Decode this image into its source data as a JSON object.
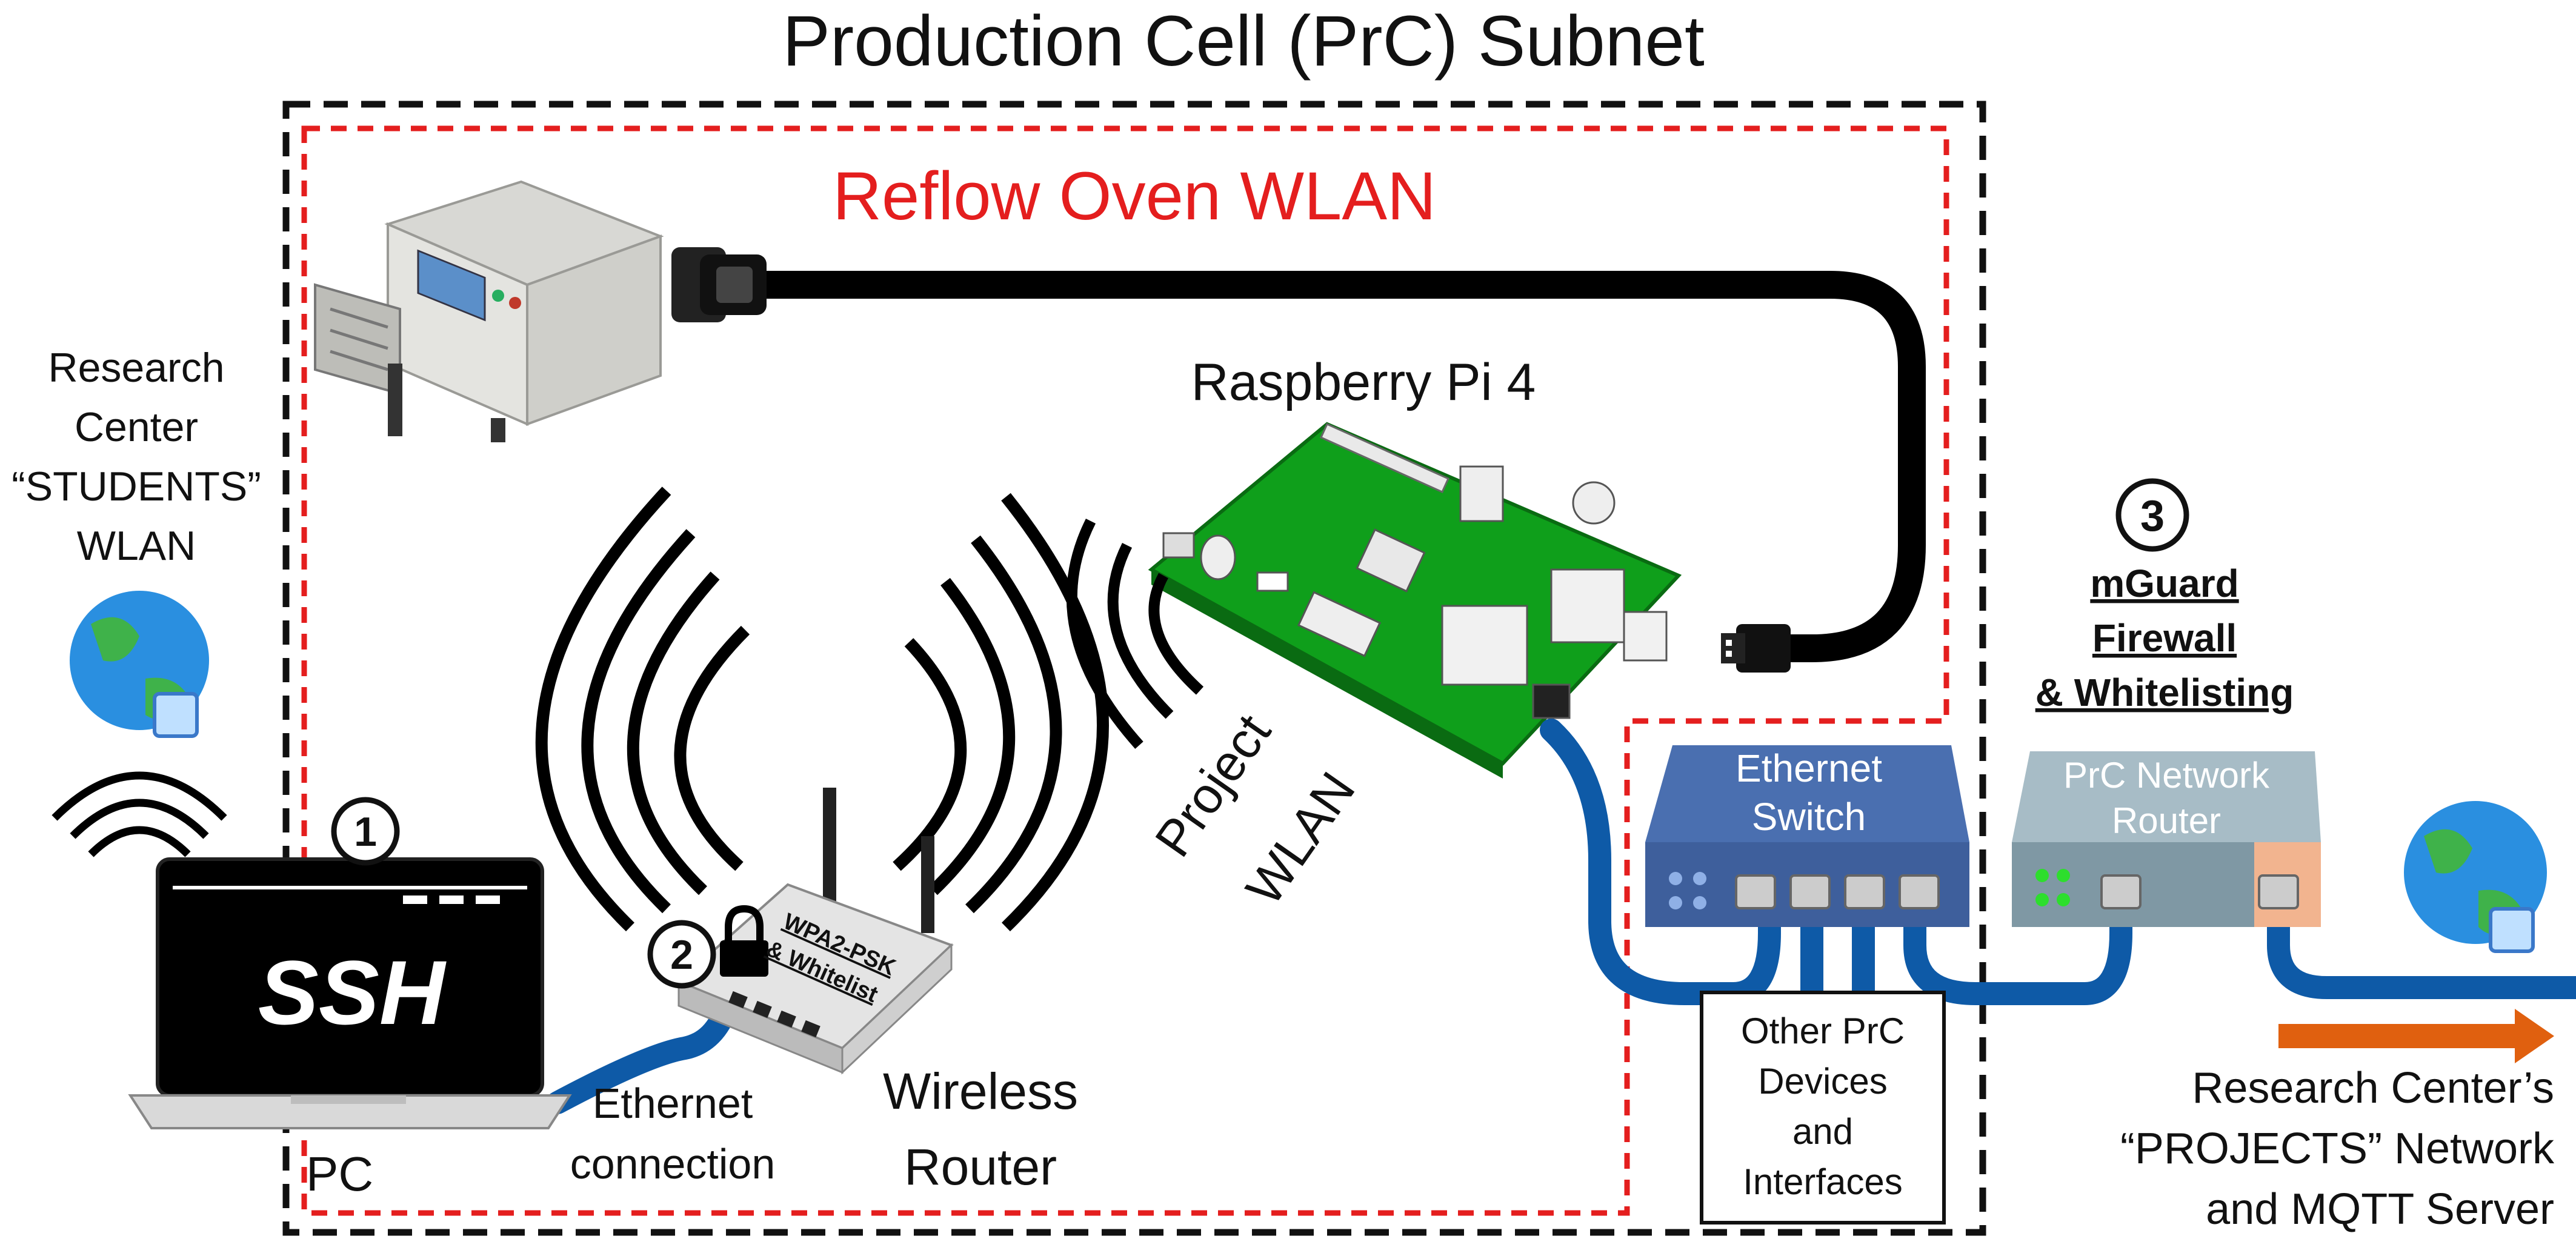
{
  "title": "Production Cell (PrC) Subnet",
  "reflow_wlan_label": "Reflow Oven WLAN",
  "raspberry_label": "Raspberry Pi 4",
  "project_wlan": {
    "line1": "Project",
    "line2": "WLAN"
  },
  "students_wlan": {
    "line1": "Research",
    "line2": "Center",
    "line3": "“STUDENTS”",
    "line4": "WLAN"
  },
  "pc_label": "PC",
  "ssh_label": "SSH",
  "ethernet_connection": {
    "line1": "Ethernet",
    "line2": "connection"
  },
  "wireless_router": {
    "line1": "Wireless",
    "line2": "Router",
    "sticker_line1": "WPA2-PSK",
    "sticker_line2": "& Whitelist"
  },
  "ethernet_switch": {
    "line1": "Ethernet",
    "line2": "Switch"
  },
  "prc_router": {
    "line1": "PrC Network",
    "line2": "Router"
  },
  "mguard": {
    "line1": "mGuard",
    "line2": "Firewall",
    "line3": "& Whitelisting"
  },
  "other_devices": {
    "line1": "Other PrC",
    "line2": "Devices",
    "line3": "and",
    "line4": "Interfaces"
  },
  "projects_network": {
    "line1": "Research Center’s",
    "line2": "“PROJECTS” Network",
    "line3": "and MQTT Server"
  },
  "steps": {
    "one": "1",
    "two": "2",
    "three": "3"
  },
  "colors": {
    "subnet_border": "#111111",
    "wlan_border": "#e41e1e",
    "cable_blue": "#0e5aa7",
    "switch_blue": "#4a6fb0",
    "router_grey": "#8fa7b3",
    "board_green": "#0f9f1b",
    "arrow_orange": "#e0600f"
  }
}
